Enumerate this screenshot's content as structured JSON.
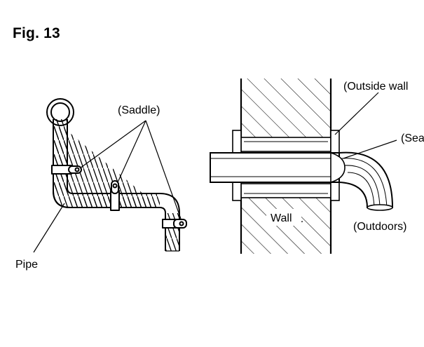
{
  "figure": {
    "title": "Fig. 13"
  },
  "labels": {
    "saddle": "(Saddle)",
    "pipe": "Pipe",
    "outside_wall": "(Outside wall",
    "seal": "(Sea",
    "wall": "Wall",
    "outdoors": "(Outdoors)"
  }
}
